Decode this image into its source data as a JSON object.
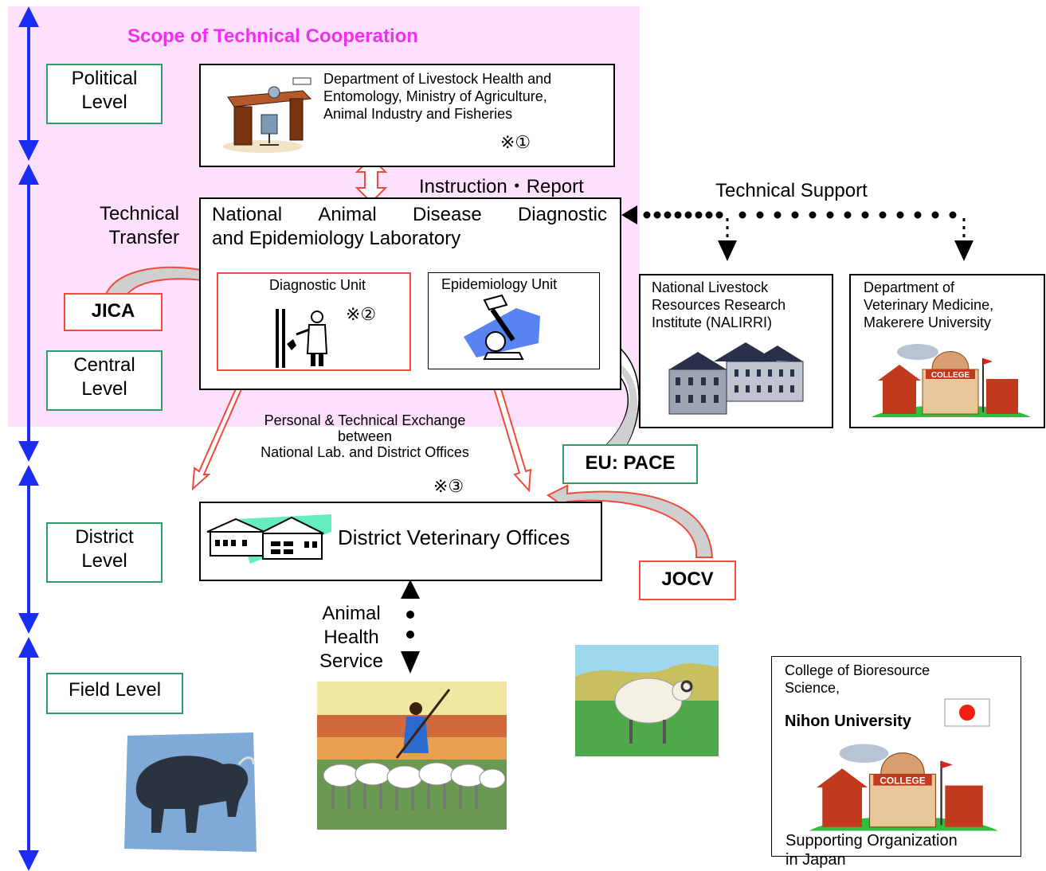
{
  "scope_title": "Scope of Technical Cooperation",
  "levels": {
    "political": [
      "Political",
      "Level"
    ],
    "central": [
      "Central",
      "Level"
    ],
    "district": [
      "District",
      "Level"
    ],
    "field": "Field Level",
    "technical_transfer": [
      "Technical",
      "Transfer"
    ]
  },
  "ministry": {
    "lines": [
      "Department of Livestock Health and",
      "Entomology, Ministry of Agriculture,",
      "Animal Industry and Fisheries"
    ],
    "note": "※①"
  },
  "instruction_report": "Instruction・Report",
  "technical_support": "Technical Support",
  "nadel": {
    "line1_words": [
      "National",
      "Animal",
      "Disease",
      "Diagnostic"
    ],
    "line2": "and Epidemiology Laboratory"
  },
  "diagnostic_unit": {
    "label": "Diagnostic Unit",
    "note": "※②"
  },
  "epidemiology_unit": {
    "label": "Epidemiology Unit"
  },
  "jica": "JICA",
  "eu_pace": "EU: PACE",
  "jocv": "JOCV",
  "nalirri": [
    "National Livestock",
    "Resources Research",
    "Institute (NALIRRI)"
  ],
  "makerere": [
    "Department of",
    "Veterinary Medicine,",
    "Makerere University"
  ],
  "exchange": {
    "lines": [
      "Personal & Technical Exchange",
      "between",
      "National Lab. and District Offices"
    ],
    "note": "※③"
  },
  "district_offices": "District Veterinary Offices",
  "animal_health_service": [
    "Animal",
    "Health",
    "Service"
  ],
  "college_label": "COLLEGE",
  "nihon": {
    "lines": [
      "College of Bioresource",
      "Science,"
    ],
    "name": "Nihon University"
  },
  "supporting_org": [
    "Supporting Organization",
    "in Japan"
  ],
  "colors": {
    "blue_axis": "#1b2cf5",
    "scope_bg": "#fde0fb",
    "red_accent": "#ef4a3a",
    "green_border": "#2e9b68"
  }
}
